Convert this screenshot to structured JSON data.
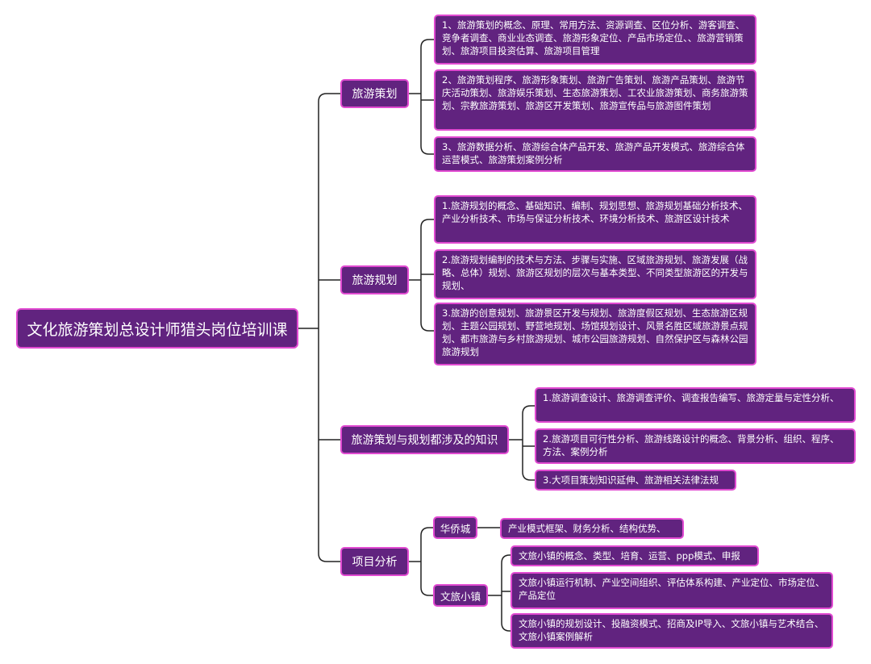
{
  "root": "文化旅游策划总设计师猎头岗位培训课",
  "branches": [
    {
      "title": "旅游策划",
      "items": [
        "1、旅游策划的概念、原理、常用方法、资源调查、区位分析、游客调查、竞争者调查、商业业态调查、旅游形象定位、产品市场定位、、旅游营销策划、旅游项目投资估算、旅游项目管理",
        "2、旅游策划程序、旅游形象策划、旅游广告策划、旅游产品策划、旅游节庆活动策划、旅游娱乐策划、生态旅游策划、工农业旅游策划、商务旅游策划、宗教旅游策划、旅游区开发策划、旅游宣传品与旅游图件策划",
        "3、旅游数据分析、旅游综合体产品开发、旅游产品开发模式、旅游综合体运营模式、旅游策划案例分析"
      ]
    },
    {
      "title": "旅游规划",
      "items": [
        "1.旅游规划的概念、基础知识、编制、规划思想、旅游规划基础分析技术、产业分析技术、市场与保证分析技术、环境分析技术、旅游区设计技术",
        "2.旅游规划编制的技术与方法、步骤与实施、区域旅游规划、旅游发展（战略、总体）规划、旅游区规划的层次与基本类型、不同类型旅游区的开发与规划、",
        "3.旅游的创意规划、旅游景区开发与规划、旅游度假区规划、生态旅游区规划、主题公园规划、野营地规划、场馆规划设计、风景名胜区域旅游景点规划、都市旅游与乡村旅游规划、城市公园旅游规划、自然保护区与森林公园旅游规划"
      ]
    },
    {
      "title": "旅游策划与规划都涉及的知识",
      "items": [
        "1.旅游调查设计、旅游调查评价、调查报告编写、旅游定量与定性分析、",
        "2.旅游项目可行性分析、旅游线路设计的概念、背景分析、组织、程序、方法、案例分析",
        "3.大项目策划知识延伸、旅游相关法律法规"
      ]
    },
    {
      "title": "项目分析",
      "subs": [
        {
          "title": "华侨城",
          "items": [
            "产业模式框架、财务分析、结构优势、"
          ]
        },
        {
          "title": "文旅小镇",
          "items": [
            "文旅小镇的概念、类型、培育、运营、ppp模式、申报",
            "文旅小镇运行机制、产业空间组织、评估体系构建、产业定位、市场定位、产品定位",
            "文旅小镇的规划设计、投融资模式、招商及IP导入、文旅小镇与艺术结合、文旅小镇案例解析"
          ]
        }
      ]
    }
  ]
}
